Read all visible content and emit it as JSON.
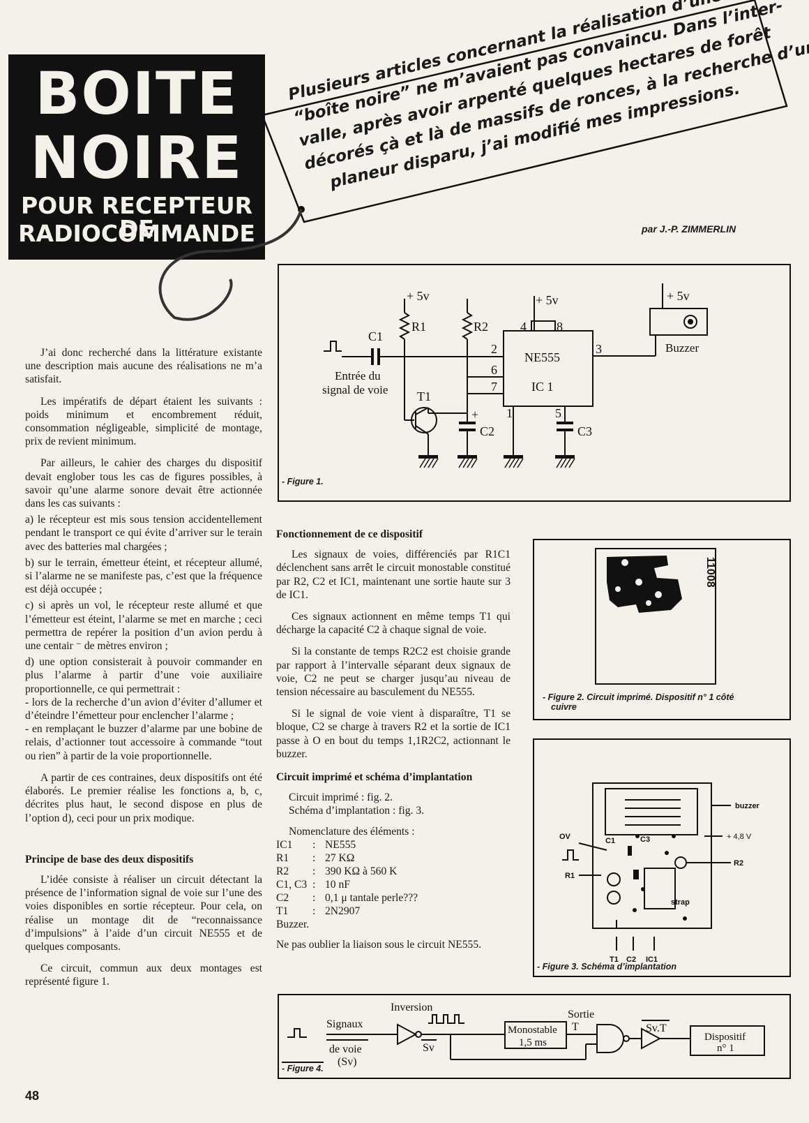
{
  "title": {
    "line1": "BOITE",
    "line2": "NOIRE",
    "line3": "POUR RECEPTEUR DE",
    "line4": "RADIOCOMMANDE"
  },
  "intro_lines": [
    "Plusieurs articles concernant la réalisation d’une",
    "“boîte noire” ne m’avaient pas convaincu. Dans l’inter-",
    "valle, après avoir arpenté quelques hectares de forêt",
    "décorés çà et là de massifs de ronces, à la recherche d’un",
    "planeur disparu, j’ai modifié mes impressions."
  ],
  "author": "par J.-P. ZIMMERLIN",
  "left_column": {
    "p1": "J’ai donc recherché dans la littérature existante une description mais aucune des réalisations ne m’a satisfait.",
    "p2": "Les impératifs de départ étaient les suivants : poids minimum et encombrement réduit, consommation négligeable, simplicité de montage, prix de revient minimum.",
    "p3": "Par ailleurs, le cahier des charges du dispositif devait englober tous les cas de figures possibles, à savoir qu’une alarme sonore devait être actionnée dans les cas suivants :",
    "a": "a) le récepteur est mis sous tension accidentellement pendant le transport ce qui évite d’arriver sur le terain avec des batteries mal chargées ;",
    "b": "b) sur le terrain, émetteur éteint, et récepteur allumé, si l’alarme ne se manifeste pas, c’est que la fréquence est déjà occupée ;",
    "c": "c) si après un vol, le récepteur reste allumé et que l’émetteur est éteint, l’alarme se met en marche ; ceci permettra de repérer la position d’un avion perdu à une centair ⁻ de mètres environ ;",
    "d": "d) une option consisterait à pouvoir commander en plus l’alarme à partir d’une voie auxiliaire proportionnelle, ce qui permettrait :",
    "d1": "- lors de la recherche d’un avion d’éviter d’allumer et d’éteindre l’émetteur pour enclencher l’alarme ;",
    "d2": "- en remplaçant le buzzer d’alarme par une bobine de relais, d’actionner tout accessoire à commande “tout ou rien” à partir de la voie proportionnelle.",
    "p4": "A partir de ces contraines, deux dispositifs ont été élaborés. Le premier réalise les fonctions a, b, c, décrites plus haut, le second dispose en plus de l’option d), ceci pour un prix modique.",
    "h1": "Principe de base des deux dispositifs",
    "p5": "L’idée consiste à réaliser un circuit détectant la présence de l’information signal de voie sur l’une des voies disponibles en sortie récepteur. Pour cela, on réalise un montage dit de “reconnaissance d’impulsions” à l’aide d’un circuit NE555 et de quelques composants.",
    "p6": "Ce circuit, commun aux deux montages est représenté figure 1."
  },
  "mid_column": {
    "h1": "Fonctionnement de ce dispositif",
    "p1": "Les signaux de voies, différenciés par R1C1 déclenchent sans arrêt le circuit monostable constitué par R2, C2 et IC1, maintenant une sortie haute sur 3 de IC1.",
    "p2": "Ces signaux actionnent en même temps T1 qui décharge la capacité C2 à chaque signal de voie.",
    "p3": "Si la constante de temps R2C2 est choisie grande par rapport à l’intervalle séparant deux signaux de voie, C2 ne peut se charger jusqu’au niveau de tension nécessaire au basculement du NE555.",
    "p4": "Si le signal de voie vient à disparaître, T1 se bloque, C2 se charge à travers R2 et la sortie de IC1 passe à O en bout du temps 1,1R2C2, actionnant le buzzer.",
    "h2": "Circuit imprimé et schéma d’implantation",
    "l1": "Circuit imprimé : fig. 2.",
    "l2": "Schéma d’implantation : fig. 3.",
    "l3": "Nomenclature des éléments :",
    "nomenclature": [
      {
        "ref": "IC1",
        "sep": ":",
        "val": "NE555"
      },
      {
        "ref": "R1",
        "sep": ":",
        "val": "27 KΩ"
      },
      {
        "ref": "R2",
        "sep": ":",
        "val": "390 KΩ à 560 K"
      },
      {
        "ref": "C1, C3",
        "sep": ":",
        "val": "10 nF"
      },
      {
        "ref": "C2",
        "sep": ":",
        "val": "0,1 μ tantale perle???"
      },
      {
        "ref": "T1",
        "sep": ":",
        "val": "2N2907"
      },
      {
        "ref": "Buzzer.",
        "sep": "",
        "val": ""
      }
    ],
    "last": "Ne pas oublier la liaison sous le circuit NE555."
  },
  "figure1": {
    "caption": "- Figure 1.",
    "labels": {
      "v1": "+ 5v",
      "v2": "+ 5v",
      "v3": "+ 5v",
      "r1": "R1",
      "r2": "R2",
      "c1": "C1",
      "c2": "C2",
      "c3": "C3",
      "t1": "T1",
      "ic_name": "NE555",
      "ic_ref": "IC 1",
      "buzzer": "Buzzer",
      "input1": "Entrée du",
      "input2": "signal de voie",
      "pin1": "1",
      "pin2": "2",
      "pin3": "3",
      "pin4": "4",
      "pin5": "5",
      "pin6": "6",
      "pin7": "7",
      "pin8": "8",
      "plus": "+"
    }
  },
  "figure2": {
    "caption1": "- Figure 2. Circuit imprimé. Dispositif n° 1 côté",
    "caption2": "cuivre",
    "board_code": "11008"
  },
  "figure3": {
    "caption": "- Figure 3. Schéma d’implantation",
    "labels": {
      "buzzer": "buzzer",
      "ov": "OV",
      "v48": "+ 4,8 V",
      "r1": "R1",
      "r2": "R2",
      "c1": "C1",
      "c3": "C3",
      "strap": "strap",
      "t1": "T1",
      "c2": "C2",
      "ic1": "IC1"
    }
  },
  "figure4": {
    "caption": "- Figure 4.",
    "labels": {
      "signaux": "Signaux",
      "devoie": "de voie",
      "sv": "(Sv)",
      "inversion": "Inversion",
      "svbar": "Sv",
      "mono1": "Monostable",
      "mono2": "1,5 ms",
      "sortie": "Sortie",
      "t": "T",
      "svt": "Sv.T",
      "disp1": "Dispositif",
      "disp2": "n° 1"
    }
  },
  "page_number": "48"
}
